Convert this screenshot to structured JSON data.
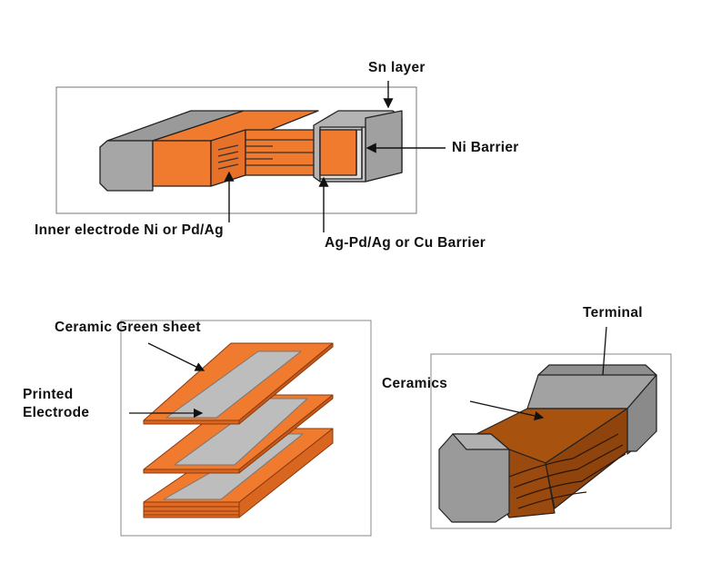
{
  "top_diagram": {
    "labels": {
      "sn_layer": "Sn layer",
      "ni_barrier": "Ni Barrier",
      "inner_electrode": "Inner electrode Ni or Pd/Ag",
      "ag_pd_barrier": "Ag-Pd/Ag or Cu Barrier"
    }
  },
  "sheets_diagram": {
    "labels": {
      "ceramic_green_sheet": "Ceramic Green sheet",
      "printed_line1": "Printed",
      "printed_line2": "Electrode"
    }
  },
  "chip_diagram": {
    "labels": {
      "terminal": "Terminal",
      "ceramics": "Ceramics"
    }
  },
  "colors": {
    "orange": "#f07a2e",
    "orange_dark": "#d9661f",
    "gray": "#9a9a9a",
    "gray_light": "#bdbdbd",
    "brown": "#a8520f"
  }
}
